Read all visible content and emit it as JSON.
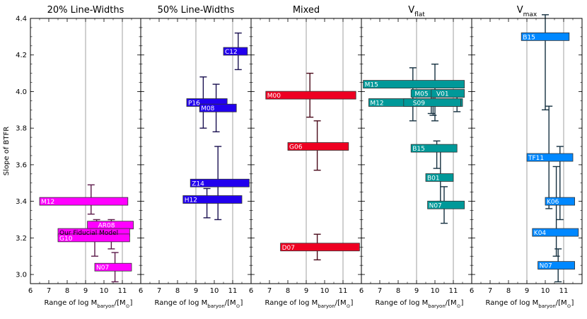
{
  "chart_data": {
    "type": "errorbar-range",
    "ylabel": "Slope of BTFR",
    "xlabel_prefix": "Range of log M",
    "xlabel_sub": "baryon",
    "xlabel_suffix": "/[M",
    "xlabel_sub2": "⊙",
    "xlabel_end": "]",
    "ylim": [
      2.95,
      4.4
    ],
    "yticks": [
      "3.0",
      "3.2",
      "3.4",
      "3.6",
      "3.8",
      "4.0",
      "4.2",
      "4.4"
    ],
    "xlim": [
      6,
      12
    ],
    "xticks": [
      "6",
      "7",
      "8",
      "9",
      "10",
      "11"
    ],
    "panels": [
      {
        "title": "20% Line-Widths",
        "title_sub": "",
        "bar_color": "#ff00ff",
        "err_color": "#5c1a4a",
        "label_color": "#ffffff",
        "entries": [
          {
            "label": "M12",
            "xmin": 6.5,
            "xmax": 11.3,
            "slope": 3.4,
            "err_x": 9.3,
            "err_lo": 3.33,
            "err_hi": 3.49
          },
          {
            "label": "AR08",
            "xmin": 9.1,
            "xmax": 11.6,
            "slope": 3.27,
            "err_x": 9.6,
            "err_lo": 3.23,
            "err_hi": 3.3
          },
          {
            "label": "Our Fiducial Model",
            "xmin": 7.5,
            "xmax": 11.4,
            "slope": 3.23,
            "err_x": 10.4,
            "err_lo": 3.14,
            "err_hi": 3.3
          },
          {
            "label": "G10",
            "xmin": 7.5,
            "xmax": 11.4,
            "slope": 3.2,
            "err_x": 9.5,
            "err_lo": 3.1,
            "err_hi": 3.29
          },
          {
            "label": "N07",
            "xmin": 9.5,
            "xmax": 11.5,
            "slope": 3.04,
            "err_x": 10.6,
            "err_lo": 2.96,
            "err_hi": 3.12
          }
        ]
      },
      {
        "title": "50% Line-Widths",
        "title_sub": "",
        "bar_color": "#2200ee",
        "err_color": "#1a1050",
        "label_color": "#ffffff",
        "entries": [
          {
            "label": "C12",
            "xmin": 10.5,
            "xmax": 11.8,
            "slope": 4.22,
            "err_x": 11.3,
            "err_lo": 4.12,
            "err_hi": 4.32
          },
          {
            "label": "P16",
            "xmin": 8.5,
            "xmax": 10.7,
            "slope": 3.94,
            "err_x": 9.4,
            "err_lo": 3.8,
            "err_hi": 4.08
          },
          {
            "label": "M08",
            "xmin": 9.2,
            "xmax": 11.2,
            "slope": 3.91,
            "err_x": 10.1,
            "err_lo": 3.78,
            "err_hi": 4.04
          },
          {
            "label": "Z14",
            "xmin": 8.7,
            "xmax": 11.9,
            "slope": 3.5,
            "err_x": 10.2,
            "err_lo": 3.3,
            "err_hi": 3.7
          },
          {
            "label": "H12",
            "xmin": 8.3,
            "xmax": 11.5,
            "slope": 3.41,
            "err_x": 9.6,
            "err_lo": 3.31,
            "err_hi": 3.47
          }
        ]
      },
      {
        "title": "Mixed",
        "title_sub": "",
        "bar_color": "#ee0022",
        "err_color": "#4a0a1a",
        "label_color": "#ffffff",
        "entries": [
          {
            "label": "M00",
            "xmin": 6.8,
            "xmax": 11.7,
            "slope": 3.98,
            "err_x": 9.2,
            "err_lo": 3.86,
            "err_hi": 4.1
          },
          {
            "label": "G06",
            "xmin": 8.0,
            "xmax": 11.3,
            "slope": 3.7,
            "err_x": 9.6,
            "err_lo": 3.57,
            "err_hi": 3.84
          },
          {
            "label": "D07",
            "xmin": 7.6,
            "xmax": 11.9,
            "slope": 3.15,
            "err_x": 9.6,
            "err_lo": 3.08,
            "err_hi": 3.22
          }
        ]
      },
      {
        "title": "V",
        "title_sub": "flat",
        "bar_color": "#009999",
        "err_color": "#153040",
        "label_color": "#ffffff",
        "entries": [
          {
            "label": "M15",
            "xmin": 6.1,
            "xmax": 11.6,
            "slope": 4.04,
            "err_x": 8.8,
            "err_lo": 3.84,
            "err_hi": 4.13
          },
          {
            "label": "M05",
            "xmin": 8.7,
            "xmax": 11.6,
            "slope": 3.99,
            "err_x": 9.9,
            "err_lo": 3.87,
            "err_hi": 4.0
          },
          {
            "label": "V01",
            "xmin": 9.8,
            "xmax": 11.6,
            "slope": 3.99,
            "err_x": 10.0,
            "err_lo": 3.84,
            "err_hi": 4.15
          },
          {
            "label": "M12",
            "xmin": 6.4,
            "xmax": 11.5,
            "slope": 3.94,
            "err_x": 9.8,
            "err_lo": 3.88,
            "err_hi": 3.98
          },
          {
            "label": "S09",
            "xmin": 8.3,
            "xmax": 11.4,
            "slope": 3.94,
            "err_x": 11.2,
            "err_lo": 3.89,
            "err_hi": 3.97
          },
          {
            "label": "B15",
            "xmin": 8.7,
            "xmax": 11.2,
            "slope": 3.69,
            "err_x": 10.1,
            "err_lo": 3.58,
            "err_hi": 3.73
          },
          {
            "label": "B01",
            "xmin": 9.5,
            "xmax": 11.0,
            "slope": 3.53,
            "err_x": 10.3,
            "err_lo": 3.4,
            "err_hi": 3.7
          },
          {
            "label": "N07",
            "xmin": 9.6,
            "xmax": 11.6,
            "slope": 3.38,
            "err_x": 10.5,
            "err_lo": 3.28,
            "err_hi": 3.48
          }
        ]
      },
      {
        "title": "V",
        "title_sub": "max",
        "bar_color": "#0088ff",
        "err_color": "#153040",
        "label_color": "#ffffff",
        "entries": [
          {
            "label": "B15",
            "xmin": 8.7,
            "xmax": 11.3,
            "slope": 4.3,
            "err_x": 10.0,
            "err_lo": 3.9,
            "err_hi": 4.42
          },
          {
            "label": "TF11",
            "xmin": 9.0,
            "xmax": 11.5,
            "slope": 3.64,
            "err_x": 10.2,
            "err_lo": 3.36,
            "err_hi": 3.92
          },
          {
            "label": "K06",
            "xmin": 10.0,
            "xmax": 11.6,
            "slope": 3.4,
            "err_x": 10.8,
            "err_lo": 3.3,
            "err_hi": 3.7
          },
          {
            "label": "K04",
            "xmin": 9.3,
            "xmax": 11.8,
            "slope": 3.23,
            "err_x": 10.6,
            "err_lo": 3.1,
            "err_hi": 3.59
          },
          {
            "label": "N07",
            "xmin": 9.6,
            "xmax": 11.6,
            "slope": 3.05,
            "err_x": 10.7,
            "err_lo": 2.96,
            "err_hi": 3.14
          }
        ]
      }
    ]
  }
}
